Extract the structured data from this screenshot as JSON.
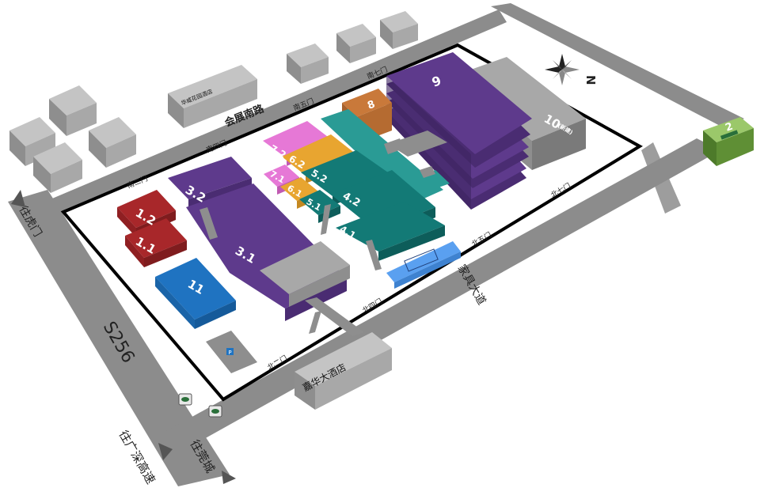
{
  "colors": {
    "purple": "#5e3a8c",
    "teal": "#137a76",
    "red": "#a8272a",
    "blue": "#1f73c1",
    "pink": "#e678d6",
    "orange": "#e8a530",
    "copper": "#c9793a",
    "gray": "#8e8e8e",
    "lightblue": "#5aa0f0",
    "green": "#7dae4a",
    "road": "#8c8c8c",
    "border": "#000000"
  },
  "halls": {
    "h9": "9",
    "h10": "10",
    "h10_note": "(新建)",
    "h8": "8",
    "h7_2": "7.2",
    "h7_1": "7.1",
    "h6_2": "6.2",
    "h6_1": "6.1",
    "h5_2": "5.2",
    "h5_1": "5.1",
    "h4_2": "4.2",
    "h4_1": "4.1",
    "h3_2": "3.2",
    "h3_1": "3.1",
    "h1_2": "1.2",
    "h1_1": "1.1",
    "h11": "11",
    "h2": "2"
  },
  "gates": {
    "south2": "南二门",
    "south4": "南四门",
    "south5": "南五门",
    "south7": "南七门",
    "north2": "北二门",
    "north4": "北四门",
    "north5": "北五门",
    "north7": "北七门"
  },
  "roads": {
    "s256": "S256",
    "to_humen": "往虎门",
    "to_gs_highway": "往广深高速",
    "to_guancheng": "往莞城",
    "jiaju_avenue": "家具大道",
    "huizhan_road": "会展南路"
  },
  "buildings": {
    "jiahua_hotel": "嘉华大酒店",
    "huawei_hotel": "华威花园酒店"
  },
  "icons": {
    "compass": "compass-rose-icon",
    "parking": "parking-icon",
    "bus_stop": "bus-stop-icon",
    "north_letter": "N"
  },
  "minor_labels": {
    "p": "P"
  }
}
